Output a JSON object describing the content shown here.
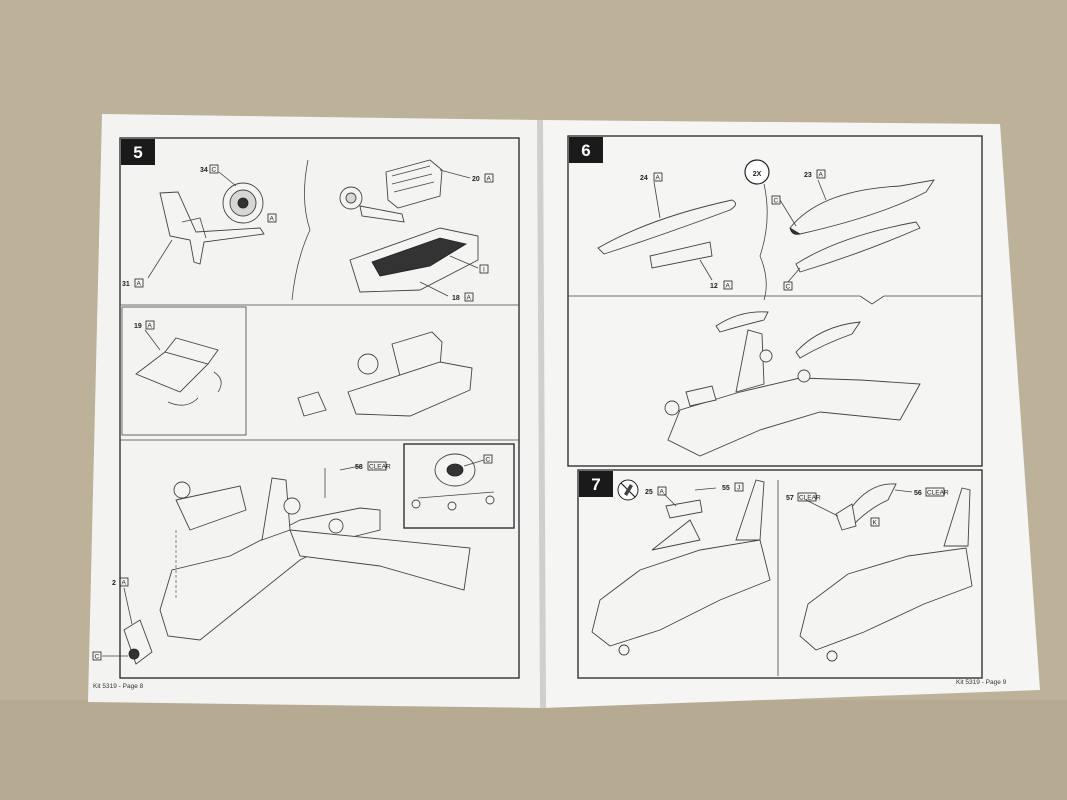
{
  "left_page": {
    "step5": {
      "number": "5",
      "callouts": {
        "p34": "34",
        "p34_letter": "C",
        "p34_tag": "A",
        "p31": "31",
        "p31_tag": "A",
        "p20": "20",
        "p20_tag": "A",
        "p18": "18",
        "p18_tag": "A",
        "p_i": "I",
        "p19": "19",
        "p19_tag": "A",
        "p58": "58",
        "p58_tag": "CLEAR",
        "p2": "2",
        "p2_tag": "A",
        "p_c_left": "C",
        "p_c_inset": "C"
      }
    },
    "footer": "Kit 5319 - Page 8"
  },
  "right_page": {
    "step6": {
      "number": "6",
      "multiplier": "2X",
      "callouts": {
        "p24": "24",
        "p24_tag": "A",
        "p12": "12",
        "p12_tag": "A",
        "p23": "23",
        "p23_tag": "A",
        "p_c_top": "C",
        "p_c_bottom": "C"
      }
    },
    "step7": {
      "number": "7",
      "callouts": {
        "p25": "25",
        "p25_tag": "A",
        "p55": "55",
        "p55_tag": "J",
        "p57": "57",
        "p57_tag": "CLEAR",
        "p56": "56",
        "p56_tag": "CLEAR",
        "p_k": "K"
      }
    },
    "footer": "Kit 5319 - Page 9"
  }
}
